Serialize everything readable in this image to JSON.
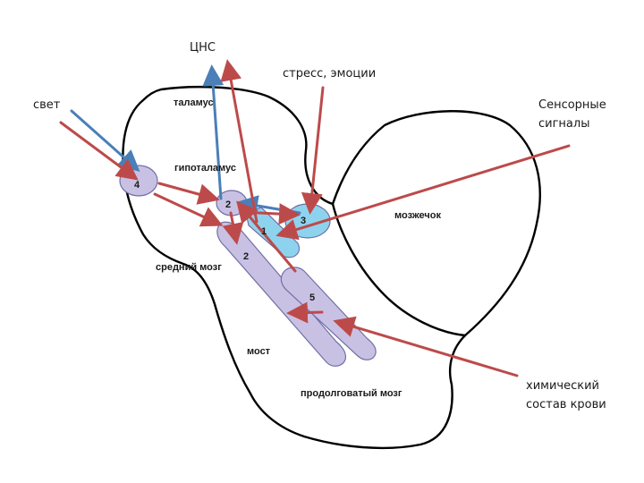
{
  "colors": {
    "outline": "#000000",
    "nucleus_lavender": "#c9c1e4",
    "nucleus_blue": "#8ed3ee",
    "arrow_red": "#bd4a4a",
    "arrow_blue": "#4a7fb8"
  },
  "external_labels": {
    "cns": "ЦНС",
    "stress": "стресс, эмоции",
    "light": "свет",
    "sensory_line1": "Сенсорные",
    "sensory_line2": "сигналы",
    "blood_line1": "химический",
    "blood_line2": "состав крови"
  },
  "regions": {
    "thalamus": "таламус",
    "hypothalamus": "гипоталамус",
    "cerebellum": "мозжечок",
    "midbrain": "средний мозг",
    "pons": "мост",
    "medulla": "продолговатый мозг"
  },
  "nuclei": {
    "n4": "4",
    "n2_top": "2",
    "n3": "3",
    "n1": "1",
    "n2_bottom": "2",
    "n5": "5"
  }
}
